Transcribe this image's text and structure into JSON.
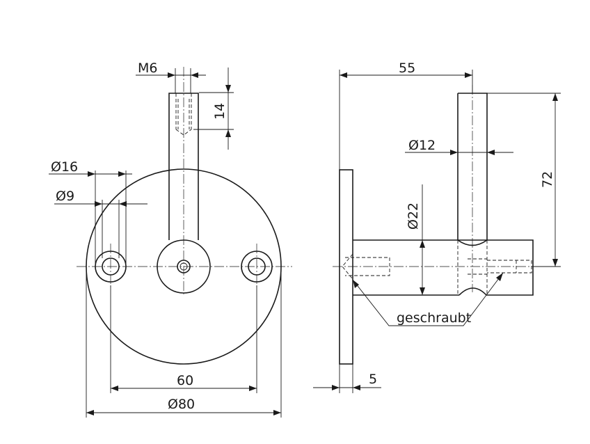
{
  "dimensions": {
    "m6": "M6",
    "depth_14": "14",
    "dia_16": "Ø16",
    "dia_9": "Ø9",
    "spacing_60": "60",
    "dia_80": "Ø80",
    "width_55": "55",
    "dia_12": "Ø12",
    "height_72": "72",
    "dia_22": "Ø22",
    "thickness_5": "5"
  },
  "notes": {
    "screwed": "geschraubt"
  }
}
